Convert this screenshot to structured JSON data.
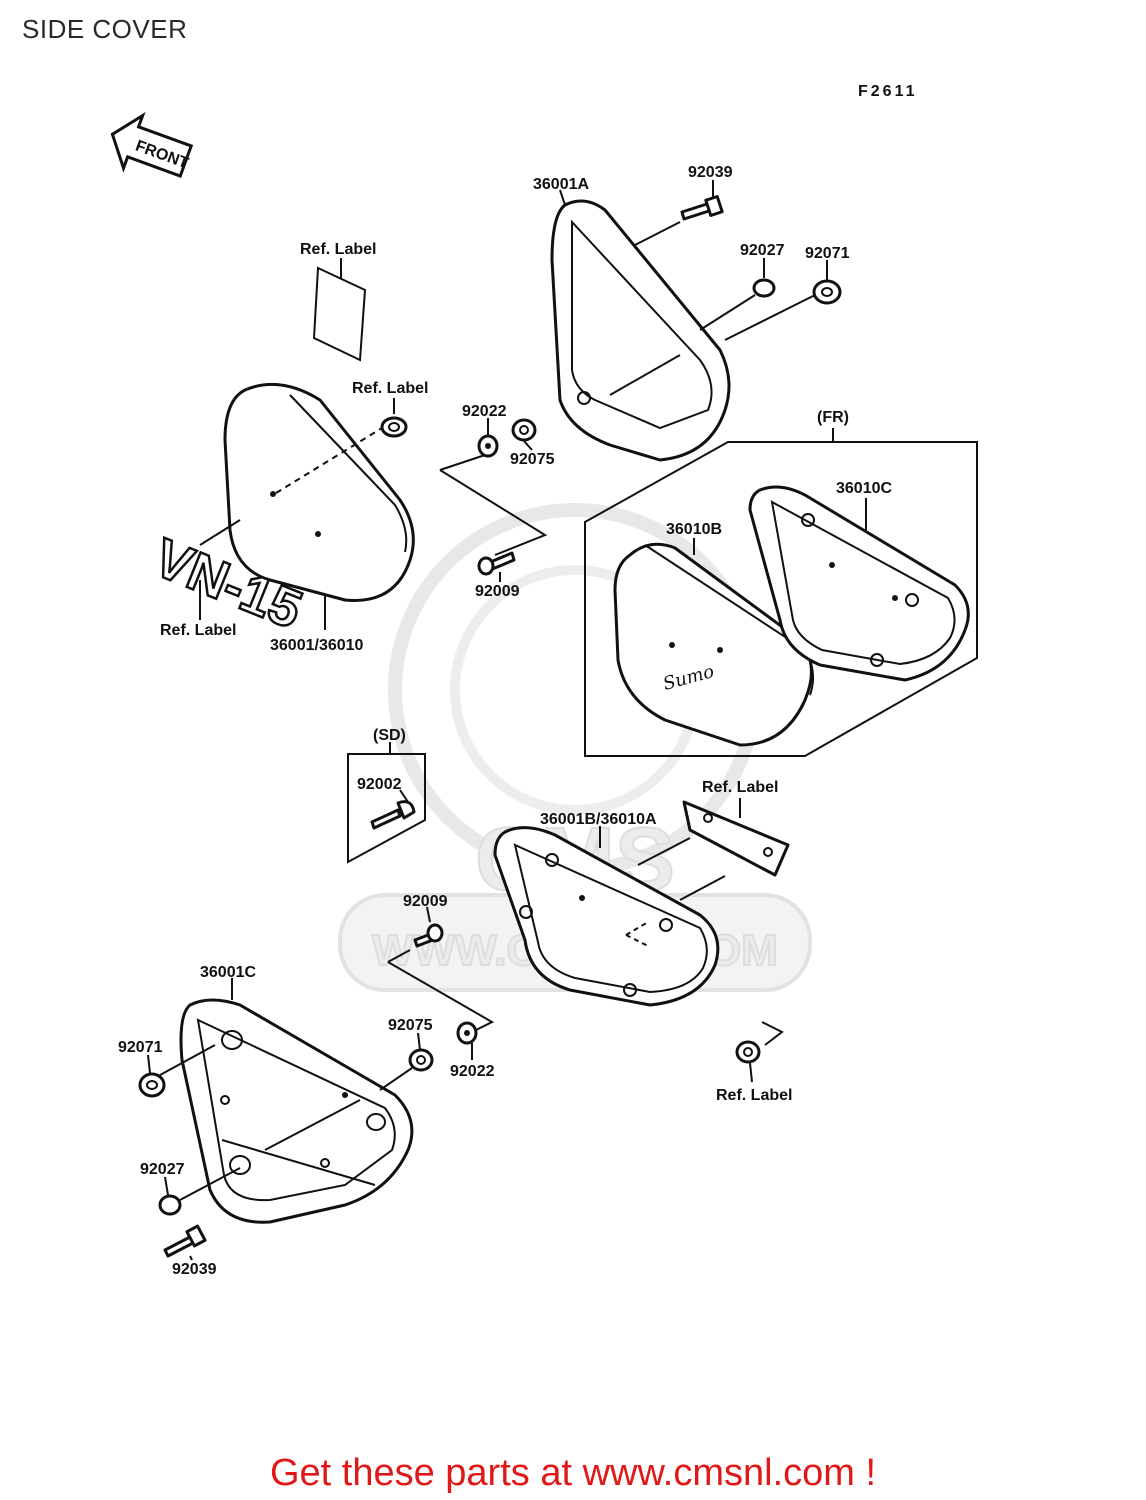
{
  "page": {
    "title": "SIDE COVER",
    "figure_code": "F2611",
    "front_arrow": "FRONT"
  },
  "watermark": {
    "brand": "CMS",
    "url": "WWW.CMSNL.COM"
  },
  "emblems": {
    "badge_text": "VN-15",
    "script_logo": "Sumo"
  },
  "groups": {
    "fr": "(FR)",
    "sd": "(SD)"
  },
  "labels": {
    "p36001A": "36001A",
    "p92039_top": "92039",
    "p92027_top": "92027",
    "p92071_top": "92071",
    "ref_label_sheet": "Ref. Label",
    "ref_label_grommet": "Ref. Label",
    "p92022_top": "92022",
    "p92075_top": "92075",
    "p92009_top": "92009",
    "ref_label_badge": "Ref. Label",
    "p36001_36010": "36001/36010",
    "p36010C": "36010C",
    "p36010B": "36010B",
    "p92002": "92002",
    "ref_label_strip": "Ref. Label",
    "p36001B_36010A": "36001B/36010A",
    "p92009_bottom": "92009",
    "p36001C": "36001C",
    "p92071_bottom": "92071",
    "p92075_bottom": "92075",
    "p92022_bottom": "92022",
    "ref_label_bottom": "Ref. Label",
    "p92027_bottom": "92027",
    "p92039_bottom": "92039"
  },
  "footer": {
    "cta": "Get these parts at www.cmsnl.com !",
    "cta_color": "#e01818"
  }
}
